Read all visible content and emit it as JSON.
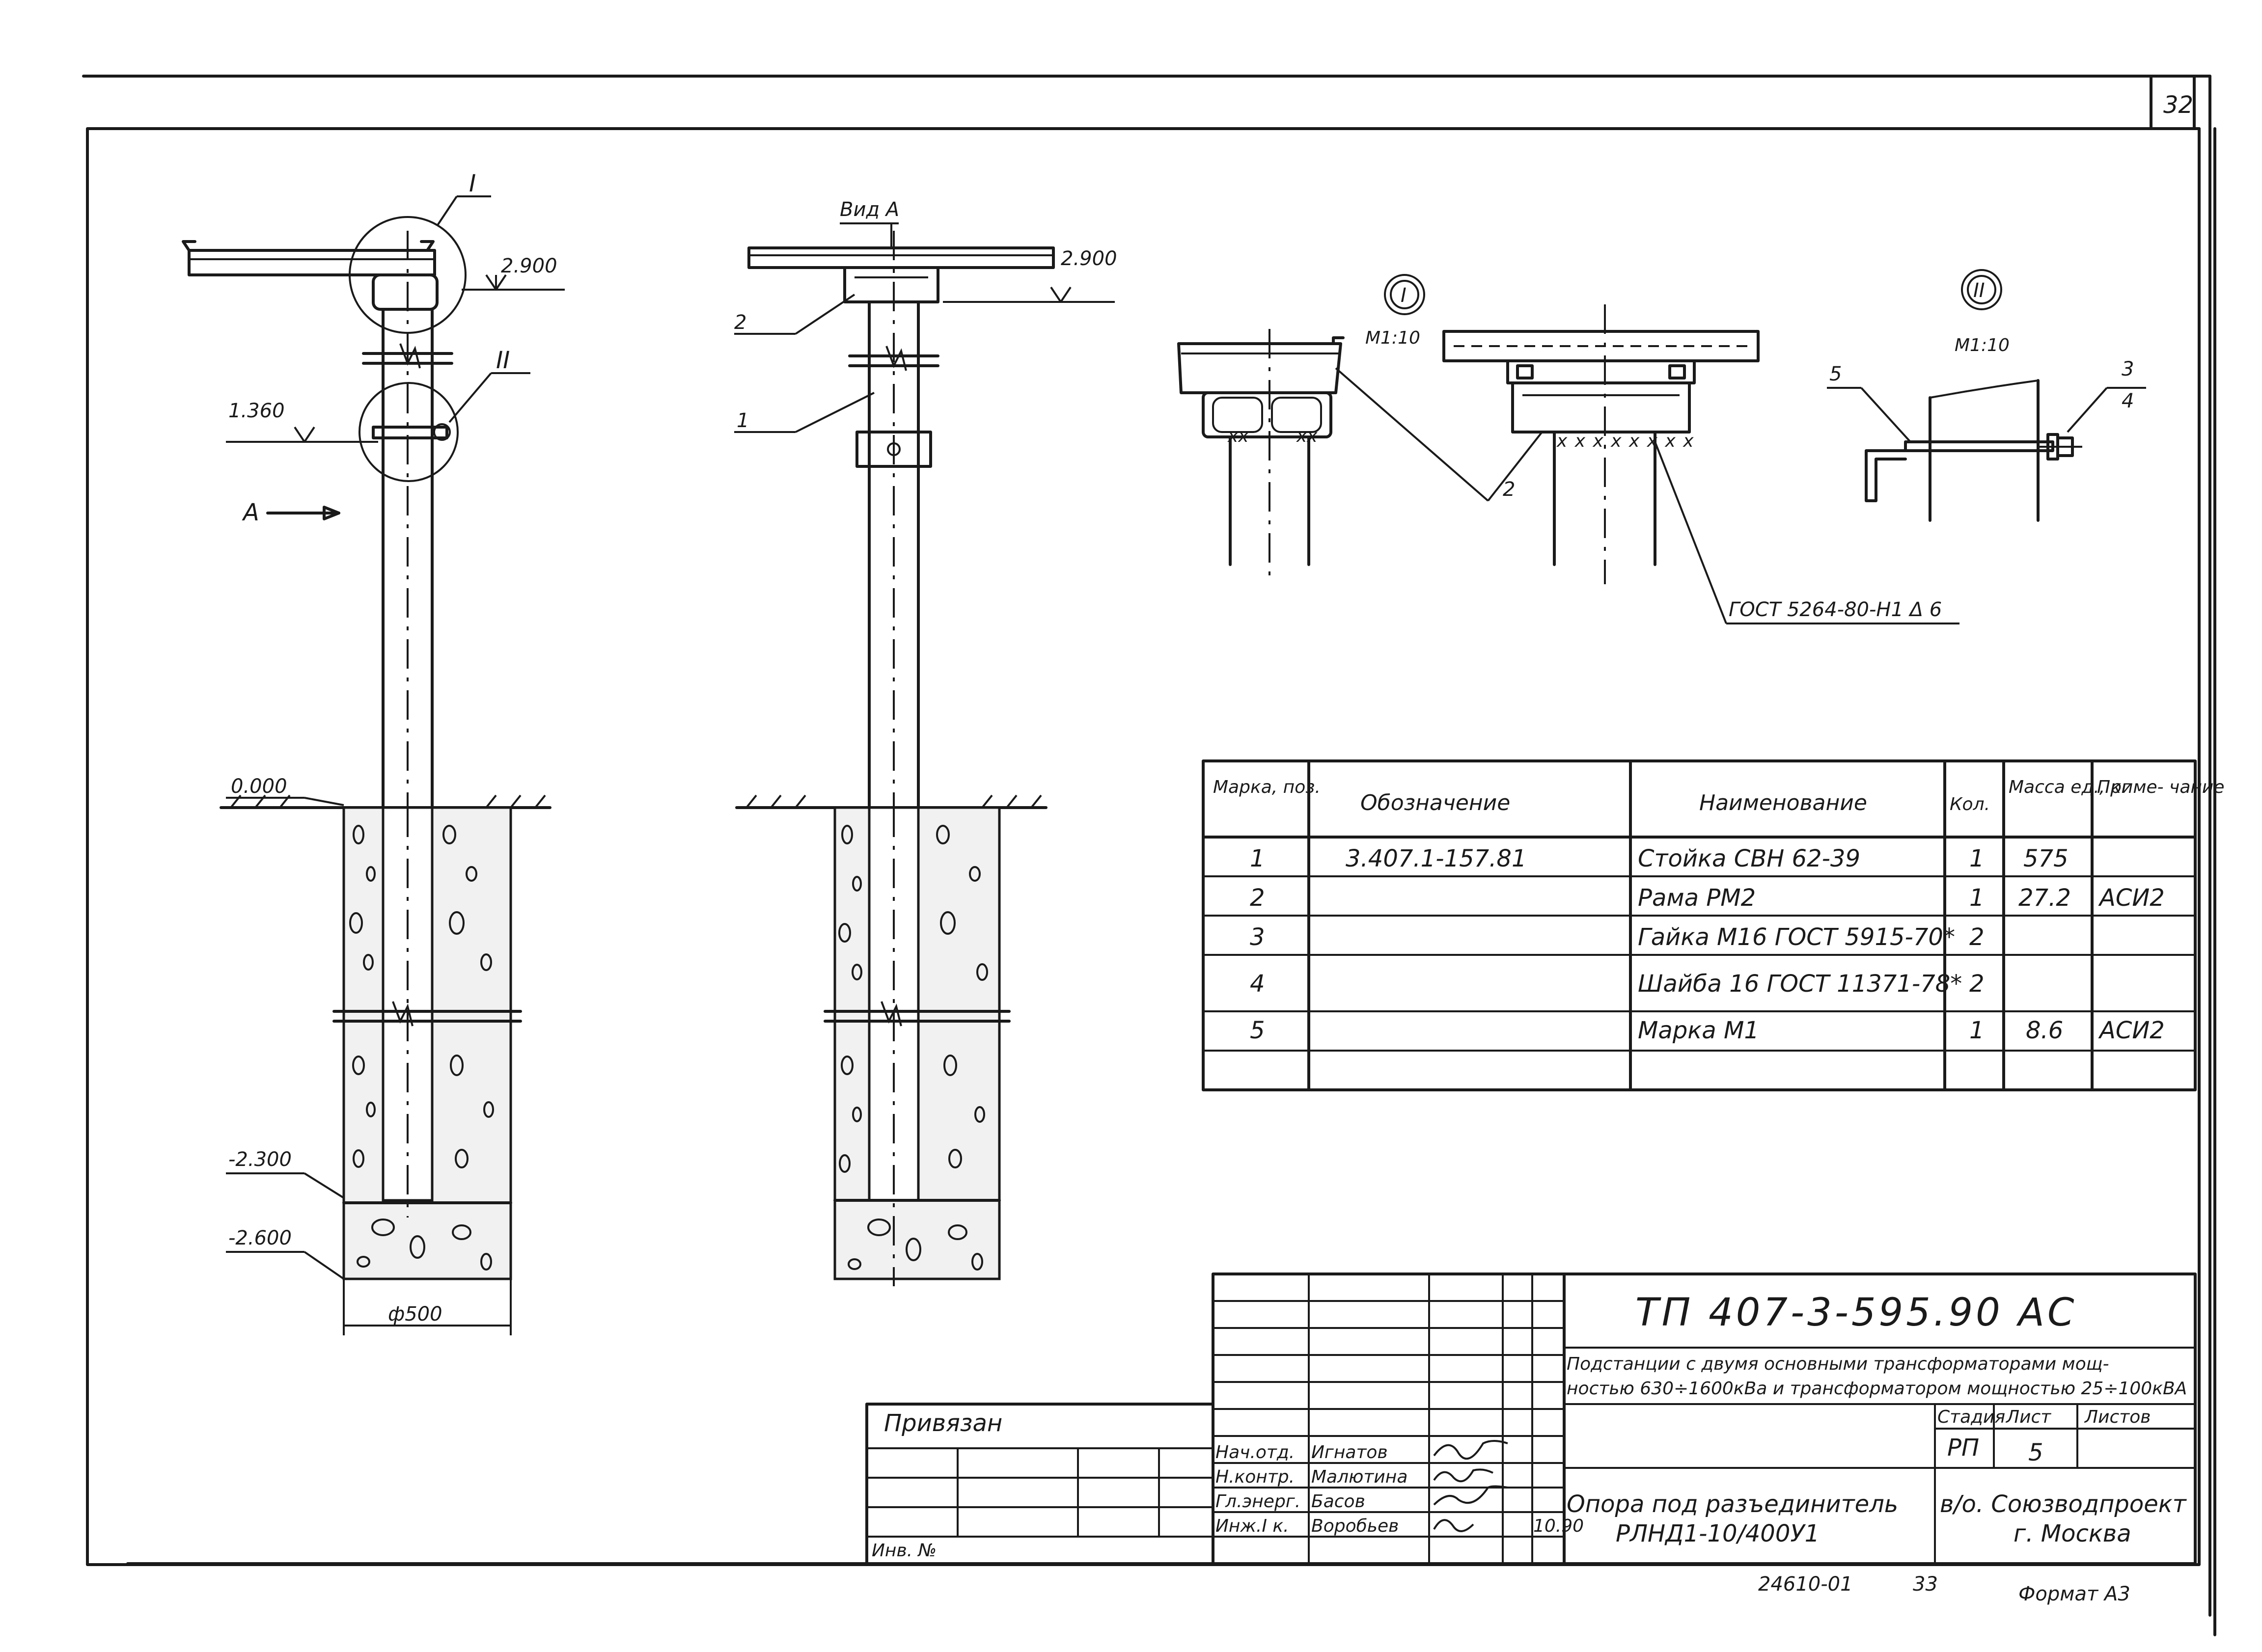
{
  "sheet_number": "32",
  "elevation1": {
    "callout_I": "I",
    "callout_II": "II",
    "level_top": "2.900",
    "level_clamp": "1.360",
    "level_ground": "0.000",
    "level_pile": "-2.300",
    "level_bottom": "-2.600",
    "view_arrow": "A",
    "diameter": "ф500"
  },
  "elevation2": {
    "view_label": "Вид А",
    "level_top": "2.900",
    "pos_frame": "2",
    "pos_post": "1"
  },
  "detail_I": {
    "label": "I",
    "scale": "М1:10",
    "pos": "2",
    "weld_ref": "ГОСТ 5264-80-Н1 Δ 6"
  },
  "detail_II": {
    "label": "II",
    "scale": "М1:10",
    "pos_left": "5",
    "pos_top": "3",
    "pos_bottom": "4"
  },
  "spec_table": {
    "headers": [
      "Марка, поз.",
      "Обозначение",
      "Наименование",
      "Кол.",
      "Масса ед., кг",
      "Приме- чание"
    ],
    "rows": [
      [
        "1",
        "3.407.1-157.81",
        "Стойка СВН 62-39",
        "1",
        "575",
        ""
      ],
      [
        "2",
        "",
        "Рама РМ2",
        "1",
        "27.2",
        "АСИ2"
      ],
      [
        "3",
        "",
        "Гайка М16 ГОСТ 5915-70*",
        "2",
        "",
        ""
      ],
      [
        "4",
        "",
        "Шайба 16 ГОСТ 11371-78*",
        "2",
        "",
        ""
      ],
      [
        "5",
        "",
        "Марка М1",
        "1",
        "8.6",
        "АСИ2"
      ],
      [
        "",
        "",
        "",
        "",
        "",
        ""
      ]
    ]
  },
  "title_block": {
    "doc_code": "ТП 407-3-595.90 АС",
    "project_line1": "Подстанции с двумя основными трансформаторами мощ-",
    "project_line2": "ностью 630÷1600кВа и трансформатором мощностью 25÷100кВА",
    "stage_label": "Стадия",
    "sheet_label": "Лист",
    "sheets_label": "Листов",
    "stage_value": "РП",
    "sheet_value": "5",
    "sheets_value": "",
    "drawing_name_line1": "Опора под разъединитель",
    "drawing_name_line2": "РЛНД1-10/400У1",
    "org_line1": "в/о. Союзводпроект",
    "org_line2": "г. Москва",
    "privyazan": "Привязан",
    "inv_no": "Инв. №",
    "signatures": [
      {
        "role": "Нач.отд.",
        "name": "Игнатов",
        "sign": "Игнатов",
        "date": ""
      },
      {
        "role": "Н.контр.",
        "name": "Малютина",
        "sign": "Малютина",
        "date": ""
      },
      {
        "role": "Гл.энерг.",
        "name": "Басов",
        "sign": "Басов",
        "date": ""
      },
      {
        "role": "Инж.I к.",
        "name": "Воробьев",
        "sign": "Воробьев",
        "date": "10.90"
      }
    ],
    "archive_no": "24610-01",
    "copy_no": "33",
    "format": "Формат А3"
  }
}
